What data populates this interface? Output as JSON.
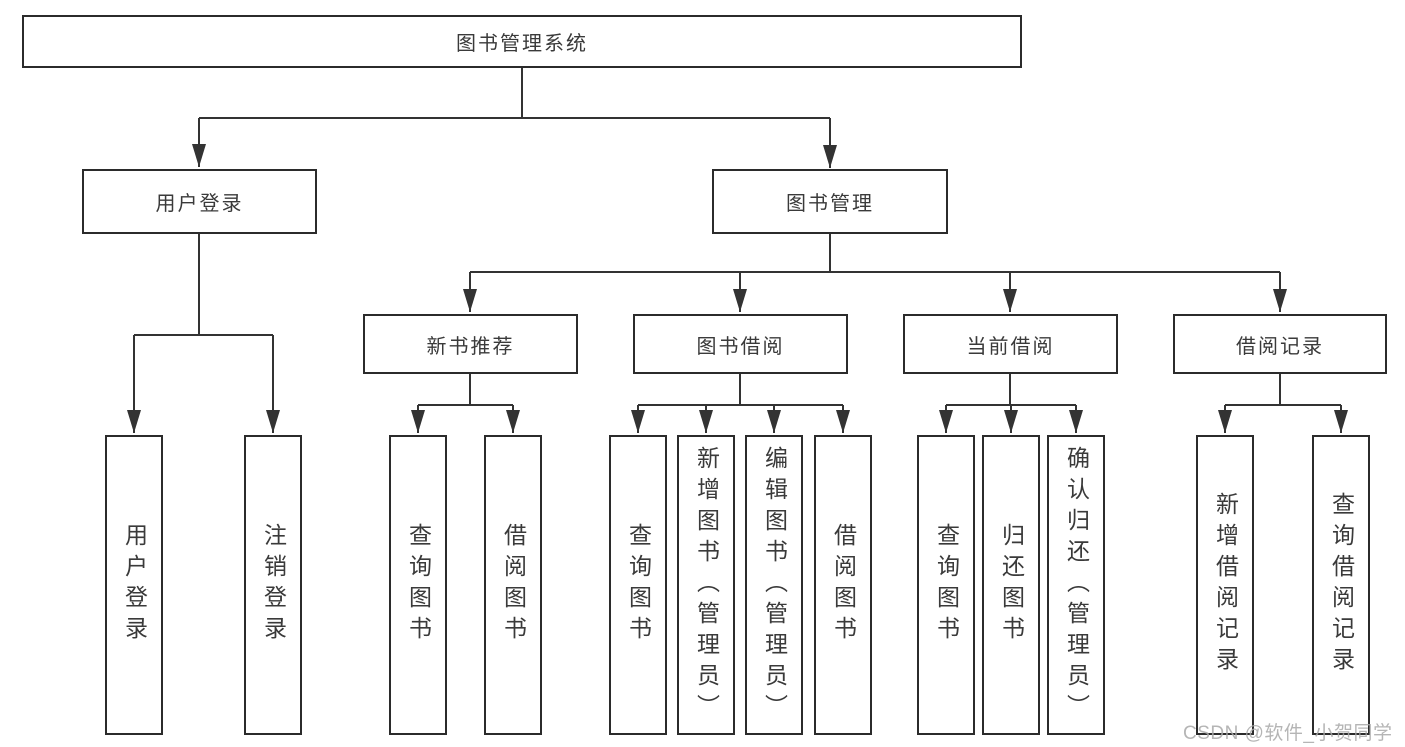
{
  "colors": {
    "line": "#333333",
    "border": "#2b2b2b",
    "text": "#3a3a3a",
    "watermark": "#a9a9a9",
    "background": "#ffffff"
  },
  "watermark": {
    "text": "CSDN @软件_小贺同学"
  },
  "tree": {
    "root": {
      "label": "图书管理系统",
      "children": [
        {
          "label": "用户登录",
          "children": [
            {
              "label": "用户登录"
            },
            {
              "label": "注销登录"
            }
          ]
        },
        {
          "label": "图书管理",
          "children": [
            {
              "label": "新书推荐",
              "children": [
                {
                  "label": "查询图书"
                },
                {
                  "label": "借阅图书"
                }
              ]
            },
            {
              "label": "图书借阅",
              "children": [
                {
                  "label": "查询图书"
                },
                {
                  "label": "新增图书（管理员）"
                },
                {
                  "label": "编辑图书（管理员）"
                },
                {
                  "label": "借阅图书"
                }
              ]
            },
            {
              "label": "当前借阅",
              "children": [
                {
                  "label": "查询图书"
                },
                {
                  "label": "归还图书"
                },
                {
                  "label": "确认归还（管理员）"
                }
              ]
            },
            {
              "label": "借阅记录",
              "children": [
                {
                  "label": "新增借阅记录"
                },
                {
                  "label": "查询借阅记录"
                }
              ]
            }
          ]
        }
      ]
    }
  }
}
